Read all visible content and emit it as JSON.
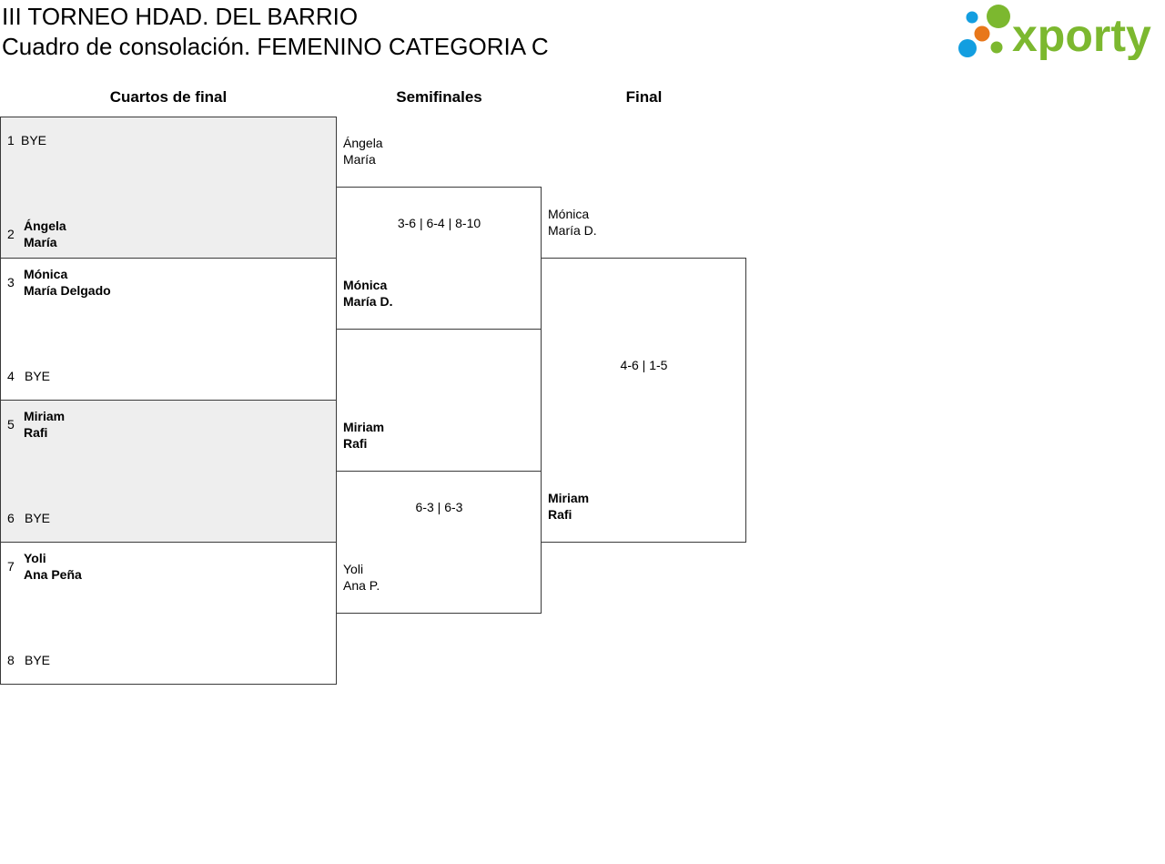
{
  "header": {
    "title_line1": "III TORNEO HDAD. DEL BARRIO",
    "title_line2": "Cuadro de consolación. FEMENINO CATEGORIA C"
  },
  "logo": {
    "text": "xporty",
    "colors": {
      "text": "#7cb82f",
      "dot_blue": "#139ee0",
      "dot_orange": "#e8771a",
      "dot_green": "#7cb82f"
    }
  },
  "rounds": {
    "quarterfinals": "Cuartos de final",
    "semifinals": "Semifinales",
    "final": "Final"
  },
  "quarterfinals": [
    {
      "seed_a": "1",
      "a1": "BYE",
      "a2": "",
      "seed_b": "2",
      "b1": "Ángela",
      "b2": "María"
    },
    {
      "seed_a": "3",
      "a1": "Mónica",
      "a2": "María Delgado",
      "seed_b": "4",
      "b1": "BYE",
      "b2": ""
    },
    {
      "seed_a": "5",
      "a1": "Miriam",
      "a2": "Rafi",
      "seed_b": "6",
      "b1": "BYE",
      "b2": ""
    },
    {
      "seed_a": "7",
      "a1": "Yoli",
      "a2": "Ana Peña",
      "seed_b": "8",
      "b1": "BYE",
      "b2": ""
    }
  ],
  "semifinals": [
    {
      "a1": "Ángela",
      "a2": "María",
      "score": "3-6 | 6-4 | 8-10",
      "b1": "Mónica",
      "b2": "María D."
    },
    {
      "a1": "Miriam",
      "a2": "Rafi",
      "score": "6-3 | 6-3",
      "b1": "Yoli",
      "b2": "Ana P."
    }
  ],
  "final": {
    "a1": "Mónica",
    "a2": "María D.",
    "score": "4-6 | 1-5",
    "b1": "Miriam",
    "b2": "Rafi"
  }
}
